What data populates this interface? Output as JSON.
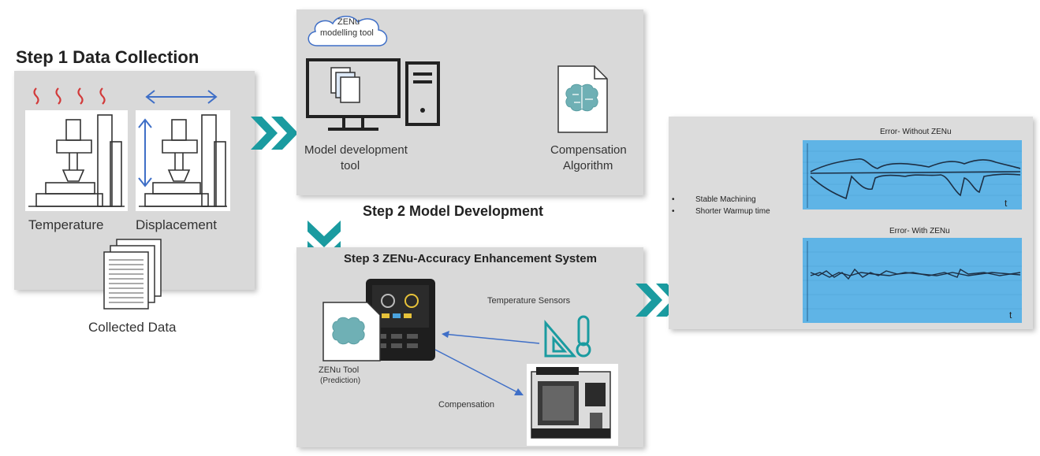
{
  "step1": {
    "title": "Step 1 Data Collection",
    "temperature_label": "Temperature",
    "displacement_label": "Displacement",
    "collected_label": "Collected  Data"
  },
  "step2": {
    "title": "Step 2 Model Development",
    "cloud_line1": "ZENu",
    "cloud_line2": "modelling tool",
    "model_tool_line1": "Model development",
    "model_tool_line2": "tool",
    "comp_algo_line1": "Compensation",
    "comp_algo_line2": "Algorithm"
  },
  "step3": {
    "title": "Step 3 ZENu-Accuracy Enhancement System",
    "sensors_label": "Temperature Sensors",
    "tool_line1": "ZENu Tool",
    "tool_line2": "(Prediction)",
    "compensation_label": "Compensation"
  },
  "results": {
    "bullets": [
      "Stable Machining",
      "Shorter Warmup time"
    ],
    "chart_top_title": "Error- Without ZENu",
    "chart_bottom_title": "Error- With ZENu",
    "axis_t": "t"
  },
  "colors": {
    "teal": "#1a9ba0",
    "panel": "#d9d9d9",
    "chart_bg": "#5fb4e6",
    "arrow_blue": "#3f6fc7",
    "heat_red": "#d23a3a"
  }
}
